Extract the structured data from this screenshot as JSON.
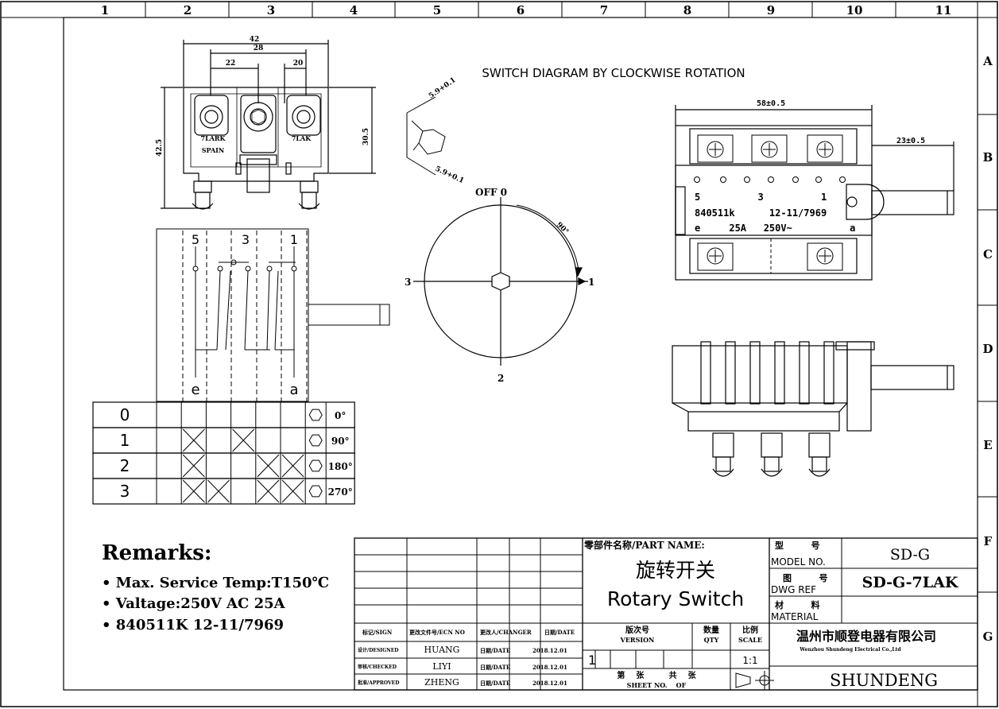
{
  "frame": {
    "columns": [
      "1",
      "2",
      "3",
      "4",
      "5",
      "6",
      "7",
      "8",
      "9",
      "10",
      "11"
    ],
    "rows": [
      "A",
      "B",
      "C",
      "D",
      "E",
      "F",
      "G"
    ]
  },
  "front_view": {
    "dim_overall_width": "42",
    "dim_inner_width": "28",
    "dim_left": "22",
    "dim_right": "20",
    "dim_height_left": "42.5",
    "dim_height_right": "30.5",
    "label_left_1": "7LARK",
    "label_left_2": "SPAIN",
    "label_right": "7LAK"
  },
  "switch_diagram": {
    "title": "SWITCH DIAGRAM BY CLOCKWISE ROTATION",
    "hex_dim_1": "5.9+0.1",
    "hex_dim_2": "5.9+0.1",
    "position_off": "OFF 0",
    "position_1": "1",
    "position_2": "2",
    "position_3": "3",
    "angle": "90°"
  },
  "contact_schematic": {
    "top_terminals": [
      "5",
      "3",
      "1"
    ],
    "bottom_terminals": [
      "e",
      "a"
    ]
  },
  "position_table": {
    "rows": [
      {
        "pos": "0",
        "angle": "0°",
        "closed": []
      },
      {
        "pos": "1",
        "angle": "90°",
        "closed": [
          1,
          3
        ]
      },
      {
        "pos": "2",
        "angle": "180°",
        "closed": [
          1,
          4,
          5
        ]
      },
      {
        "pos": "3",
        "angle": "270°",
        "closed": [
          1,
          2,
          4,
          5
        ]
      }
    ]
  },
  "top_view": {
    "dim_width": "58±0.5",
    "dim_shaft": "23±0.5",
    "terminals": "5          3          1",
    "marking_line1": "840511k      12-11/7969",
    "marking_line2": "e     25A   250V~          a"
  },
  "remarks": {
    "title": "Remarks:",
    "items": [
      "• Max. Service Temp:T150℃",
      "• Valtage:250V  AC  25A",
      "• 840511K 12-11/7969"
    ]
  },
  "title_block": {
    "sign_header": "标记/SIGN",
    "ecn_header": "更改文件号/ECN NO",
    "changer_header": "更改人/CHANGER",
    "date_header": "日期/DATE",
    "designed_label": "设计/DESIGNED",
    "checked_label": "审核/CHECKED",
    "approved_label": "批准/APPROVED",
    "designer": "HUANG",
    "checker": "LIYI",
    "approver": "ZHENG",
    "date_label": "日期/DATE",
    "date_value": "2018.12.01",
    "part_name_label": "零部件名称/PART NAME:",
    "part_name_cn": "旋转开关",
    "part_name_en": "Rotary Switch",
    "version_label": "版次号",
    "version_label_en": "VERSION",
    "version_value": "1",
    "qty_label": "数量",
    "qty_label_en": "QTY",
    "scale_label": "比例",
    "scale_label_en": "SCALE",
    "scale_value": "1:1",
    "sheet_label": "第    张         共    张",
    "sheet_label_en": "SHEET NO.    OF",
    "model_label_cn": "型         号",
    "model_label_en": "MODEL NO.",
    "model_value": "SD-G",
    "dwg_label_cn": "图         号",
    "dwg_label_en": "DWG REF",
    "dwg_value": "SD-G-7LAK",
    "material_label_cn": "材         料",
    "material_label_en": "MATERIAL",
    "company_cn": "温州市顺登电器有限公司",
    "company_en": "Wenzhou Shundeng Electrical Co.,Ltd",
    "brand": "SHUNDENG"
  }
}
